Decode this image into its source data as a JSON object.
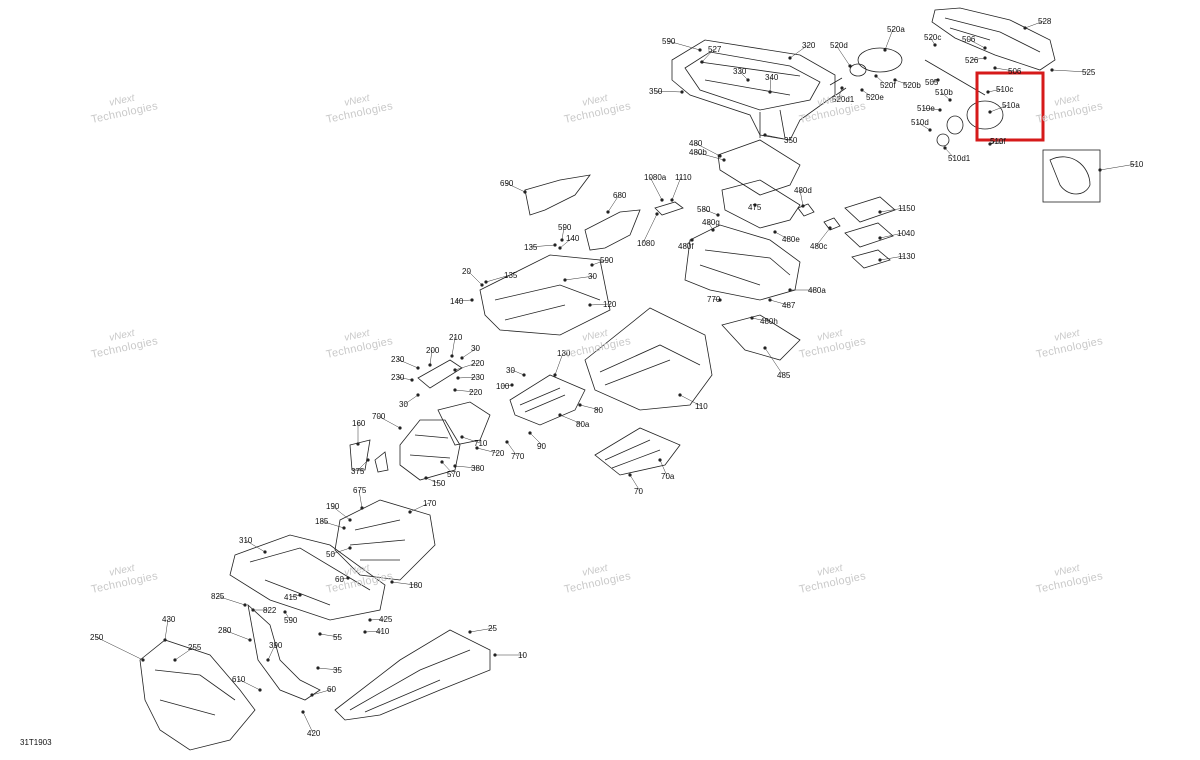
{
  "document_code": "31T1903",
  "watermark": {
    "line1": "vNext",
    "line2": "Technologies"
  },
  "highlight_color": "#d61a1a",
  "callouts": [
    "590",
    "527",
    "320",
    "330",
    "340",
    "350",
    "350",
    "520d",
    "520a",
    "520c",
    "528",
    "506",
    "506",
    "526",
    "525",
    "505",
    "520f",
    "520b",
    "520e",
    "520d1",
    "510c",
    "510a",
    "510b",
    "510e",
    "510d",
    "510d1",
    "510f",
    "510",
    "480",
    "480b",
    "1080a",
    "1110",
    "690",
    "680",
    "580",
    "475",
    "480d",
    "480g",
    "480f",
    "480e",
    "480c",
    "1150",
    "1040",
    "1130",
    "1080",
    "135",
    "140",
    "590",
    "20",
    "30",
    "590",
    "135",
    "140",
    "120",
    "770",
    "487",
    "480a",
    "480h",
    "485",
    "210",
    "200",
    "30",
    "230",
    "220",
    "230",
    "230",
    "220",
    "30",
    "130",
    "30",
    "100",
    "80",
    "80a",
    "90",
    "110",
    "700",
    "710",
    "720",
    "770",
    "160",
    "375",
    "570",
    "380",
    "150",
    "70",
    "70a",
    "675",
    "170",
    "190",
    "185",
    "50",
    "310",
    "60",
    "180",
    "825",
    "822",
    "415",
    "590",
    "55",
    "425",
    "410",
    "25",
    "280",
    "390",
    "35",
    "430",
    "255",
    "250",
    "610",
    "60",
    "10",
    "420"
  ]
}
